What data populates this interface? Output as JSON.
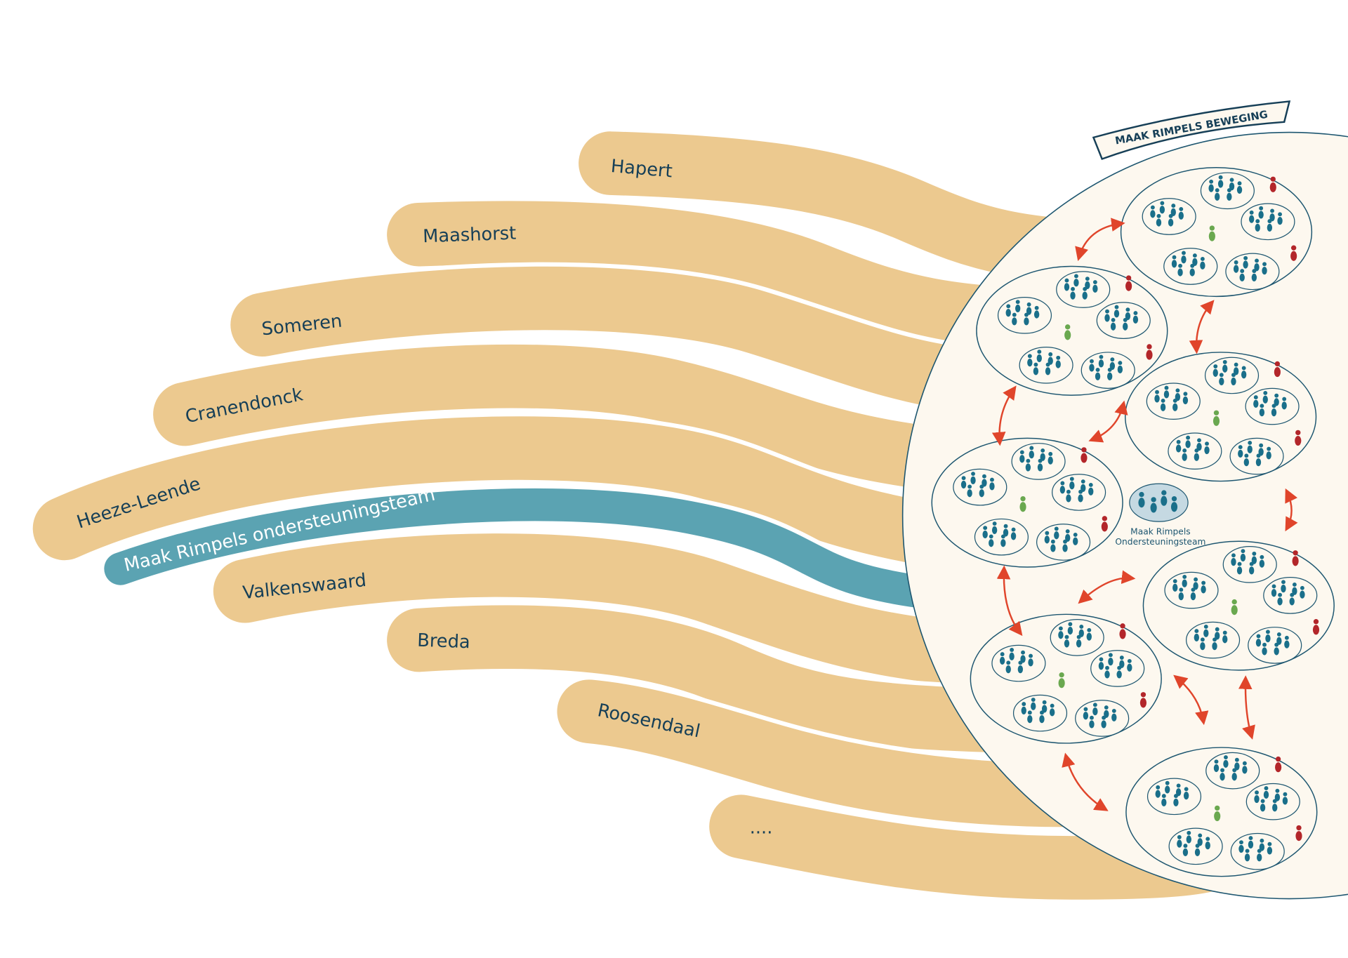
{
  "banner": {
    "title": "MAAK RIMPELS BEWEGING"
  },
  "bands": [
    {
      "label": "Hapert",
      "kind": "municipality"
    },
    {
      "label": "Maashorst",
      "kind": "municipality"
    },
    {
      "label": "Someren",
      "kind": "municipality"
    },
    {
      "label": "Cranendonck",
      "kind": "municipality"
    },
    {
      "label": "Heeze-Leende",
      "kind": "municipality"
    },
    {
      "label": "Maak Rimpels ondersteuningsteam",
      "kind": "team"
    },
    {
      "label": "Valkenswaard",
      "kind": "municipality"
    },
    {
      "label": "Breda",
      "kind": "municipality"
    },
    {
      "label": "Roosendaal",
      "kind": "municipality"
    },
    {
      "label": "....",
      "kind": "municipality"
    }
  ],
  "legend": {
    "line1": "Maak Rimpels",
    "line2": "Ondersteuningsteam"
  },
  "colors": {
    "band": "#ecc98f",
    "team": "#5ba3b2",
    "circle": "#fdf8ef",
    "stroke": "#1d5670",
    "person": "#1a6f8a",
    "green": "#6aa84f",
    "red": "#b3262a",
    "arrow": "#e0452b"
  }
}
